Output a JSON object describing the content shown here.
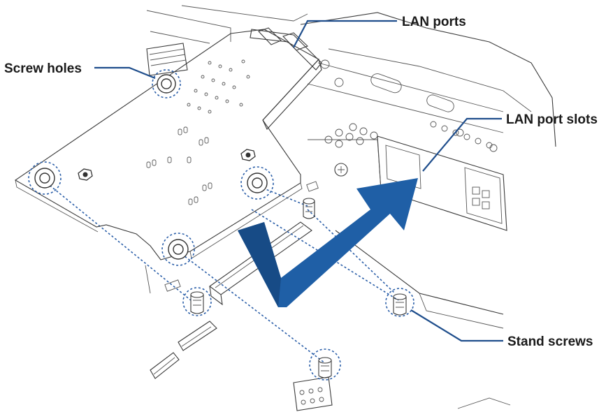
{
  "labels": {
    "lan_ports": "LAN ports",
    "screw_holes": "Screw holes",
    "lan_port_slots": "LAN port slots",
    "stand_screws": "Stand screws"
  },
  "colors": {
    "arrow": "#1f5fa6",
    "leader": "#1f4e8c",
    "dashed_circle": "#2a5ea8",
    "line_art": "#3a3a3a"
  }
}
